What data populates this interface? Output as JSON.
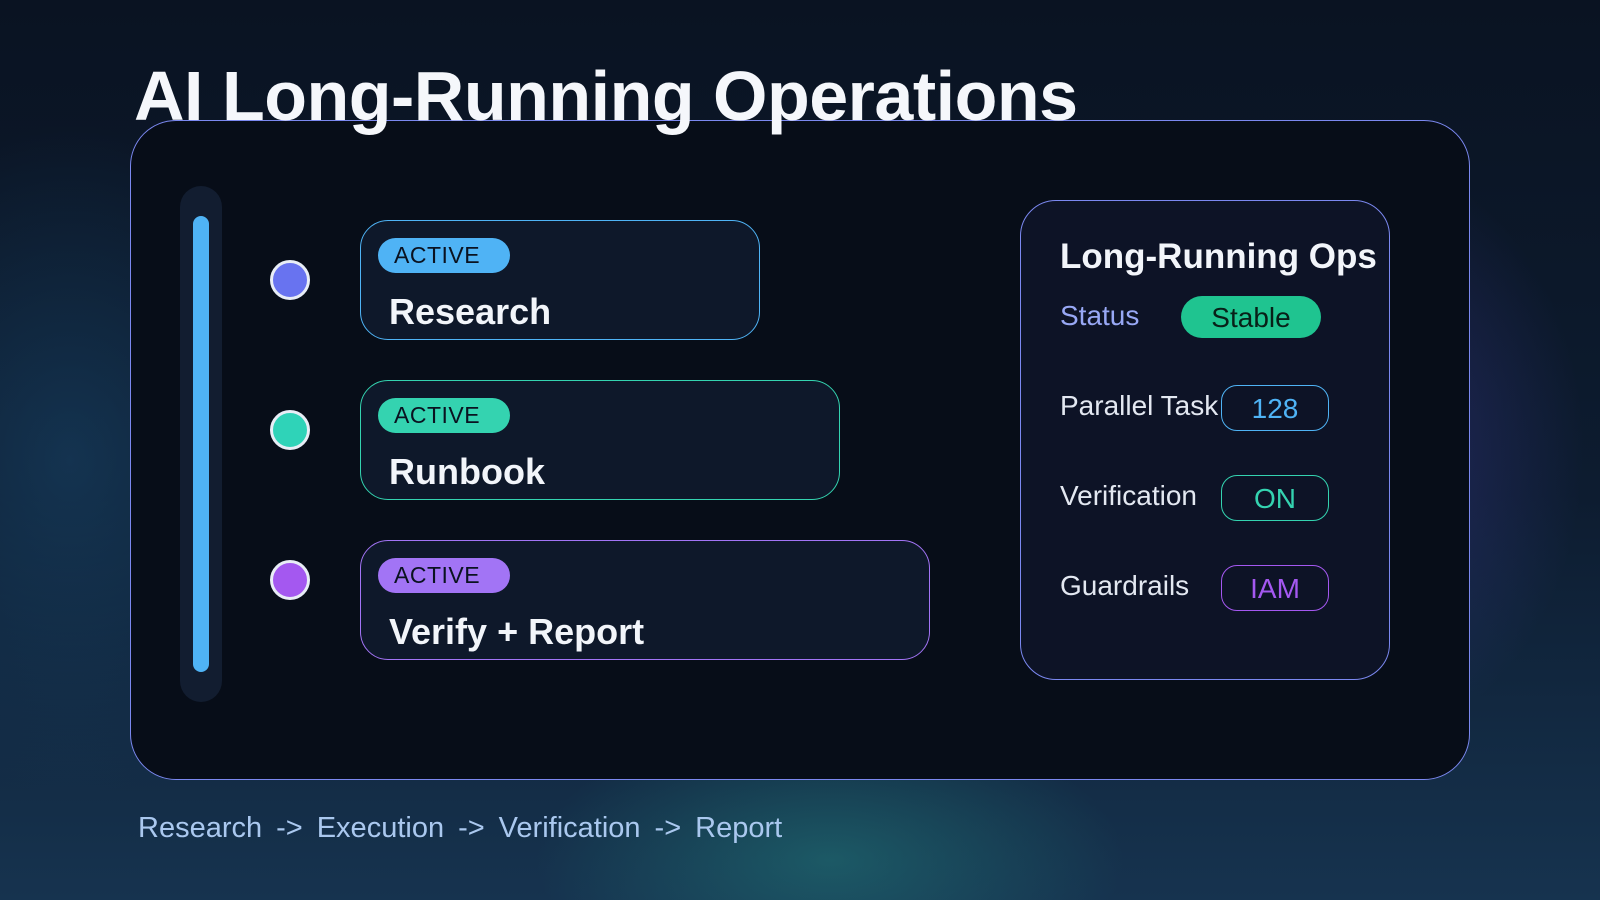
{
  "title": "AI Long-Running Operations",
  "steps": [
    {
      "badge": "ACTIVE",
      "title": "Research",
      "color": "#4fb3f5",
      "node_color": "#6873f0"
    },
    {
      "badge": "ACTIVE",
      "title": "Runbook",
      "color": "#34d3b0",
      "node_color": "#2fd3b8"
    },
    {
      "badge": "ACTIVE",
      "title": "Verify + Report",
      "color": "#a274f5",
      "node_color": "#a458f0"
    }
  ],
  "ops": {
    "title": "Long-Running Ops",
    "status_label": "Status",
    "status_value": "Stable",
    "metrics": [
      {
        "label": "Parallel Task",
        "value": "128",
        "color": "#4fb3f5"
      },
      {
        "label": "Verification",
        "value": "ON",
        "color": "#34d3b0"
      },
      {
        "label": "Guardrails",
        "value": "IAM",
        "color": "#a458f0"
      }
    ]
  },
  "flow": {
    "steps": [
      "Research",
      "Execution",
      "Verification",
      "Report"
    ],
    "arrow": "->"
  },
  "colors": {
    "accent": "#7b88f0",
    "timeline": "#4fb3f5",
    "status_ok": "#1fc490"
  }
}
